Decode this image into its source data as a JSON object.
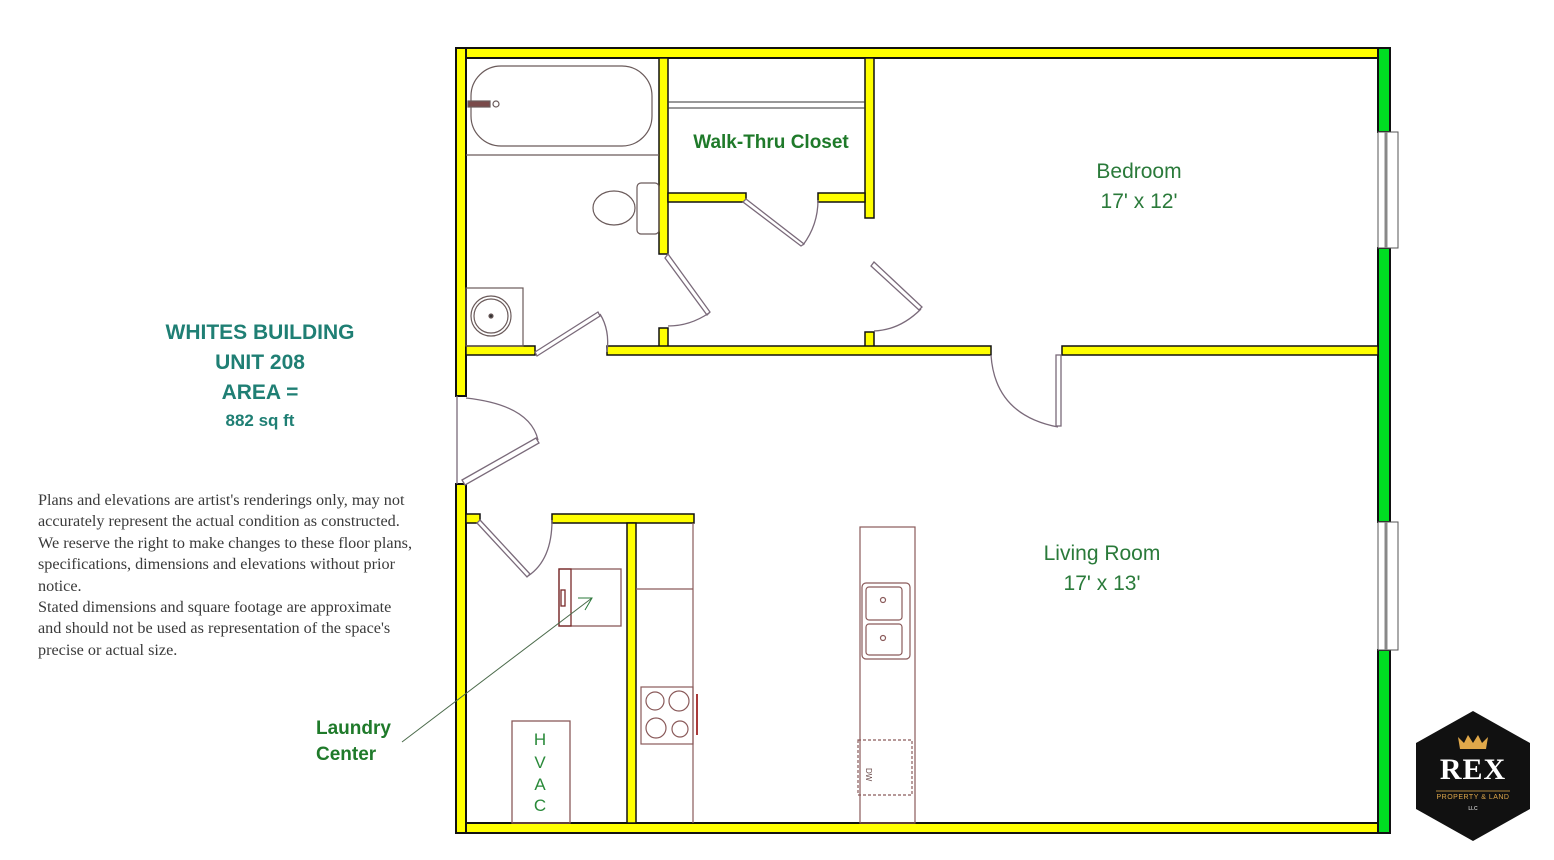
{
  "building_info": {
    "building_name": "WHITES BUILDING",
    "unit": "UNIT 208",
    "area_label": "AREA =",
    "area_value": "882 sq ft"
  },
  "disclaimer": {
    "paragraphs": [
      "Plans and elevations are artist's renderings only, may not accurately represent the actual condition as constructed.",
      "We reserve the right to make changes to these floor plans, specifications, dimensions and elevations without prior notice.",
      "Stated dimensions and square footage are approximate and should not be used as representation of the space's precise or actual size."
    ]
  },
  "rooms": {
    "closet": {
      "name": "Walk-Thru Closet"
    },
    "bedroom": {
      "name": "Bedroom",
      "dimensions": "17' x 12'"
    },
    "living_room": {
      "name": "Living Room",
      "dimensions": "17' x 13'"
    },
    "hvac": {
      "letters": [
        "H",
        "V",
        "A",
        "C"
      ]
    },
    "laundry": {
      "line1": "Laundry",
      "line2": "Center"
    },
    "dishwasher_label": "DW"
  },
  "colors": {
    "wall_fill": "#ffff00",
    "window_wall_fill": "#00dd22",
    "wall_outline": "#111111",
    "fixture_line": "#8a5a5a",
    "label_green": "#2a7a3a",
    "info_teal": "#1f7f74"
  },
  "logo": {
    "name": "REX",
    "subtitle": "PROPERTY & LAND",
    "suffix": "LLC",
    "bg_color": "#111111",
    "accent_color": "#e0a84a"
  }
}
